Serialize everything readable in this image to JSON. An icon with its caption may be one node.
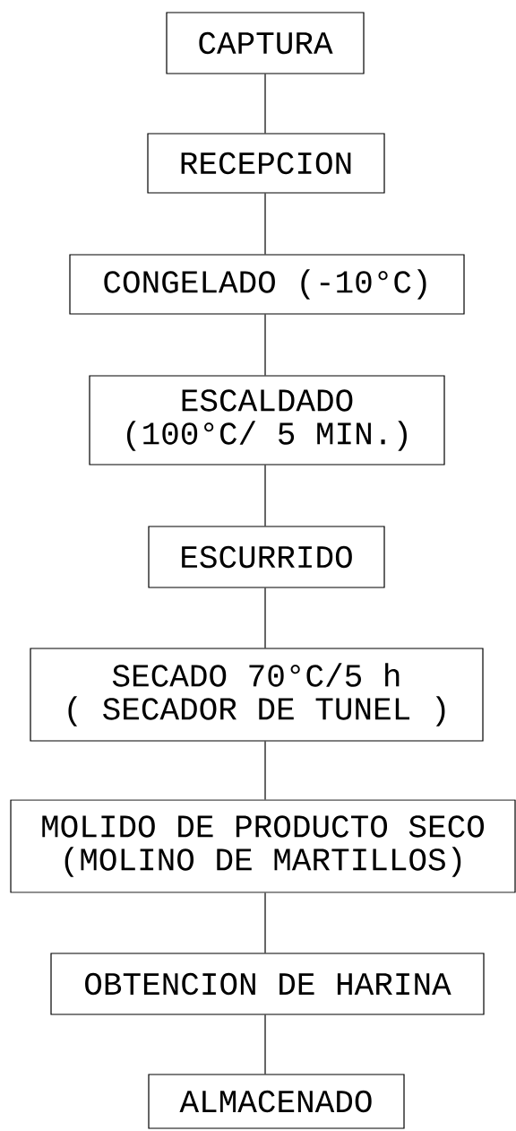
{
  "diagram": {
    "nodes": [
      {
        "text": [
          "CAPTURA"
        ]
      },
      {
        "text": [
          "RECEPCION"
        ]
      },
      {
        "text": [
          "CONGELADO (-10°C)"
        ]
      },
      {
        "text": [
          "ESCALDADO",
          "(100°C/ 5 MIN.)"
        ]
      },
      {
        "text": [
          "ESCURRIDO"
        ]
      },
      {
        "text": [
          "SECADO 70°C/5 h",
          "( SECADOR DE TUNEL )"
        ]
      },
      {
        "text": [
          "MOLIDO DE PRODUCTO SECO",
          "(MOLINO DE MARTILLOS)"
        ]
      },
      {
        "text": [
          "OBTENCION DE HARINA"
        ]
      },
      {
        "text": [
          "ALMACENADO"
        ]
      }
    ],
    "edges": [
      {
        "from": 0,
        "to": 1,
        "arrow": "none"
      },
      {
        "from": 1,
        "to": 2,
        "arrow": "none"
      },
      {
        "from": 2,
        "to": 3,
        "arrow": "none"
      },
      {
        "from": 3,
        "to": 4,
        "arrow": "none"
      },
      {
        "from": 4,
        "to": 5,
        "arrow": "none"
      },
      {
        "from": 5,
        "to": 6,
        "arrow": "none"
      },
      {
        "from": 6,
        "to": 7,
        "arrow": "none"
      },
      {
        "from": 7,
        "to": 8,
        "arrow": "none"
      }
    ]
  }
}
